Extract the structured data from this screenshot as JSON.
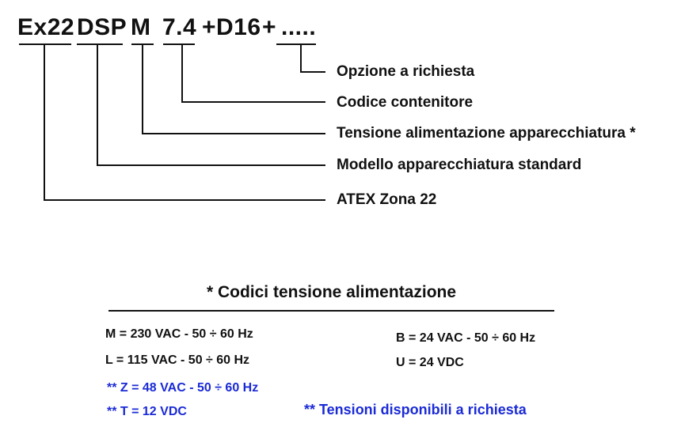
{
  "code": {
    "parts": [
      "Ex22",
      "DSP",
      "M",
      "7.4",
      "+D16",
      "+",
      "....."
    ]
  },
  "legend": [
    "Opzione a richiesta",
    "Codice contenitore",
    "Tensione alimentazione apparecchiatura *",
    "Modello apparecchiatura standard",
    "ATEX Zona 22"
  ],
  "voltages": {
    "title": "* Codici tensione alimentazione",
    "left": [
      "M = 230 VAC - 50 ÷ 60 Hz",
      "L = 115 VAC - 50 ÷ 60 Hz"
    ],
    "right": [
      "B = 24 VAC - 50 ÷ 60 Hz",
      "U = 24 VDC"
    ],
    "on_request": [
      "** Z = 48 VAC - 50 ÷ 60 Hz",
      "** T = 12 VDC"
    ],
    "note": "** Tensioni disponibili a richiesta"
  },
  "colors": {
    "text": "#111111",
    "accent_blue": "#1a2ad6"
  }
}
